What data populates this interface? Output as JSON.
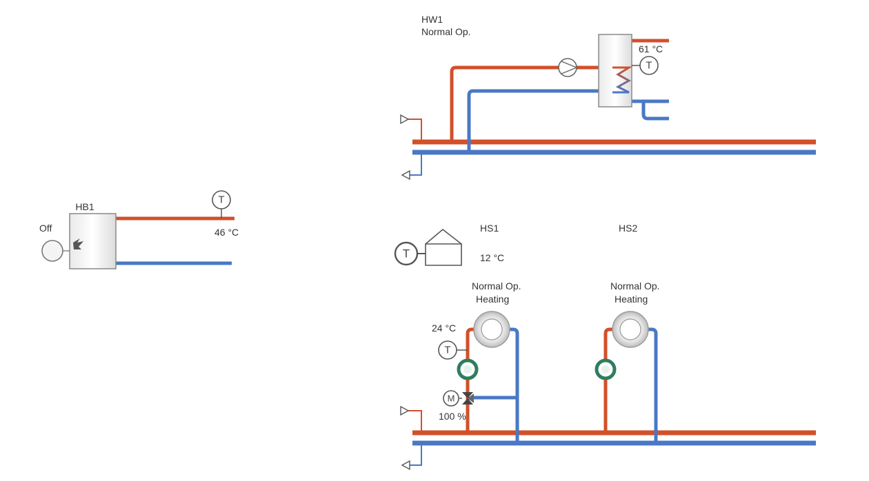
{
  "colors": {
    "supply": "#d2502a",
    "return": "#4a78c4",
    "pump_ring": "#2f7d5e"
  },
  "boiler": {
    "name": "HB1",
    "status": "Off",
    "flow_temp": "46 °C"
  },
  "hot_water": {
    "name": "HW1",
    "mode": "Normal Op.",
    "tank_temp": "61 °C"
  },
  "outdoor": {
    "temp": "12 °C"
  },
  "hs1": {
    "name": "HS1",
    "mode": "Normal Op.",
    "state": "Heating",
    "flow_temp": "24 °C",
    "valve_position": "100 %"
  },
  "hs2": {
    "name": "HS2",
    "mode": "Normal Op.",
    "state": "Heating"
  },
  "symbols": {
    "temp_sensor": "T",
    "motor": "M"
  },
  "icons": [
    "temp-sensor-icon",
    "pump-icon",
    "flame-icon",
    "house-icon",
    "radiator-icon",
    "mixing-valve-icon",
    "motor-icon",
    "flow-arrow-icon"
  ]
}
